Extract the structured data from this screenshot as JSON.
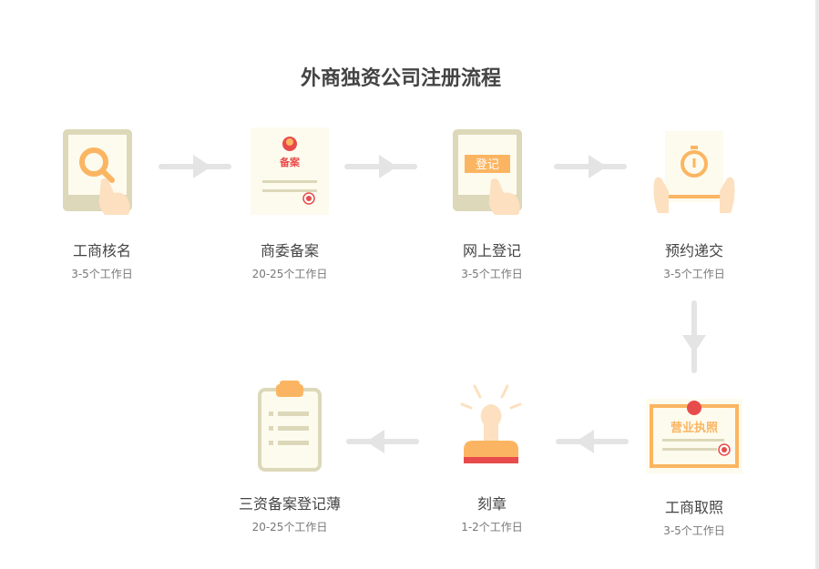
{
  "title": "外商独资公司注册流程",
  "steps": [
    {
      "label": "工商核名",
      "duration": "3-5个工作日"
    },
    {
      "label": "商委备案",
      "duration": "20-25个工作日",
      "icon_text": "备案"
    },
    {
      "label": "网上登记",
      "duration": "3-5个工作日",
      "icon_text": "登记"
    },
    {
      "label": "预约递交",
      "duration": "3-5个工作日"
    },
    {
      "label": "工商取照",
      "duration": "3-5个工作日",
      "icon_text": "营业执照"
    },
    {
      "label": "刻章",
      "duration": "1-2个工作日"
    },
    {
      "label": "三资备案登记薄",
      "duration": "20-25个工作日"
    }
  ],
  "colors": {
    "orange": "#fbb562",
    "beige": "#dcd8b9",
    "paper": "#fdfbee",
    "red": "#e84b4b",
    "arrow": "#e4e4e4",
    "skin": "#fde0bf"
  }
}
